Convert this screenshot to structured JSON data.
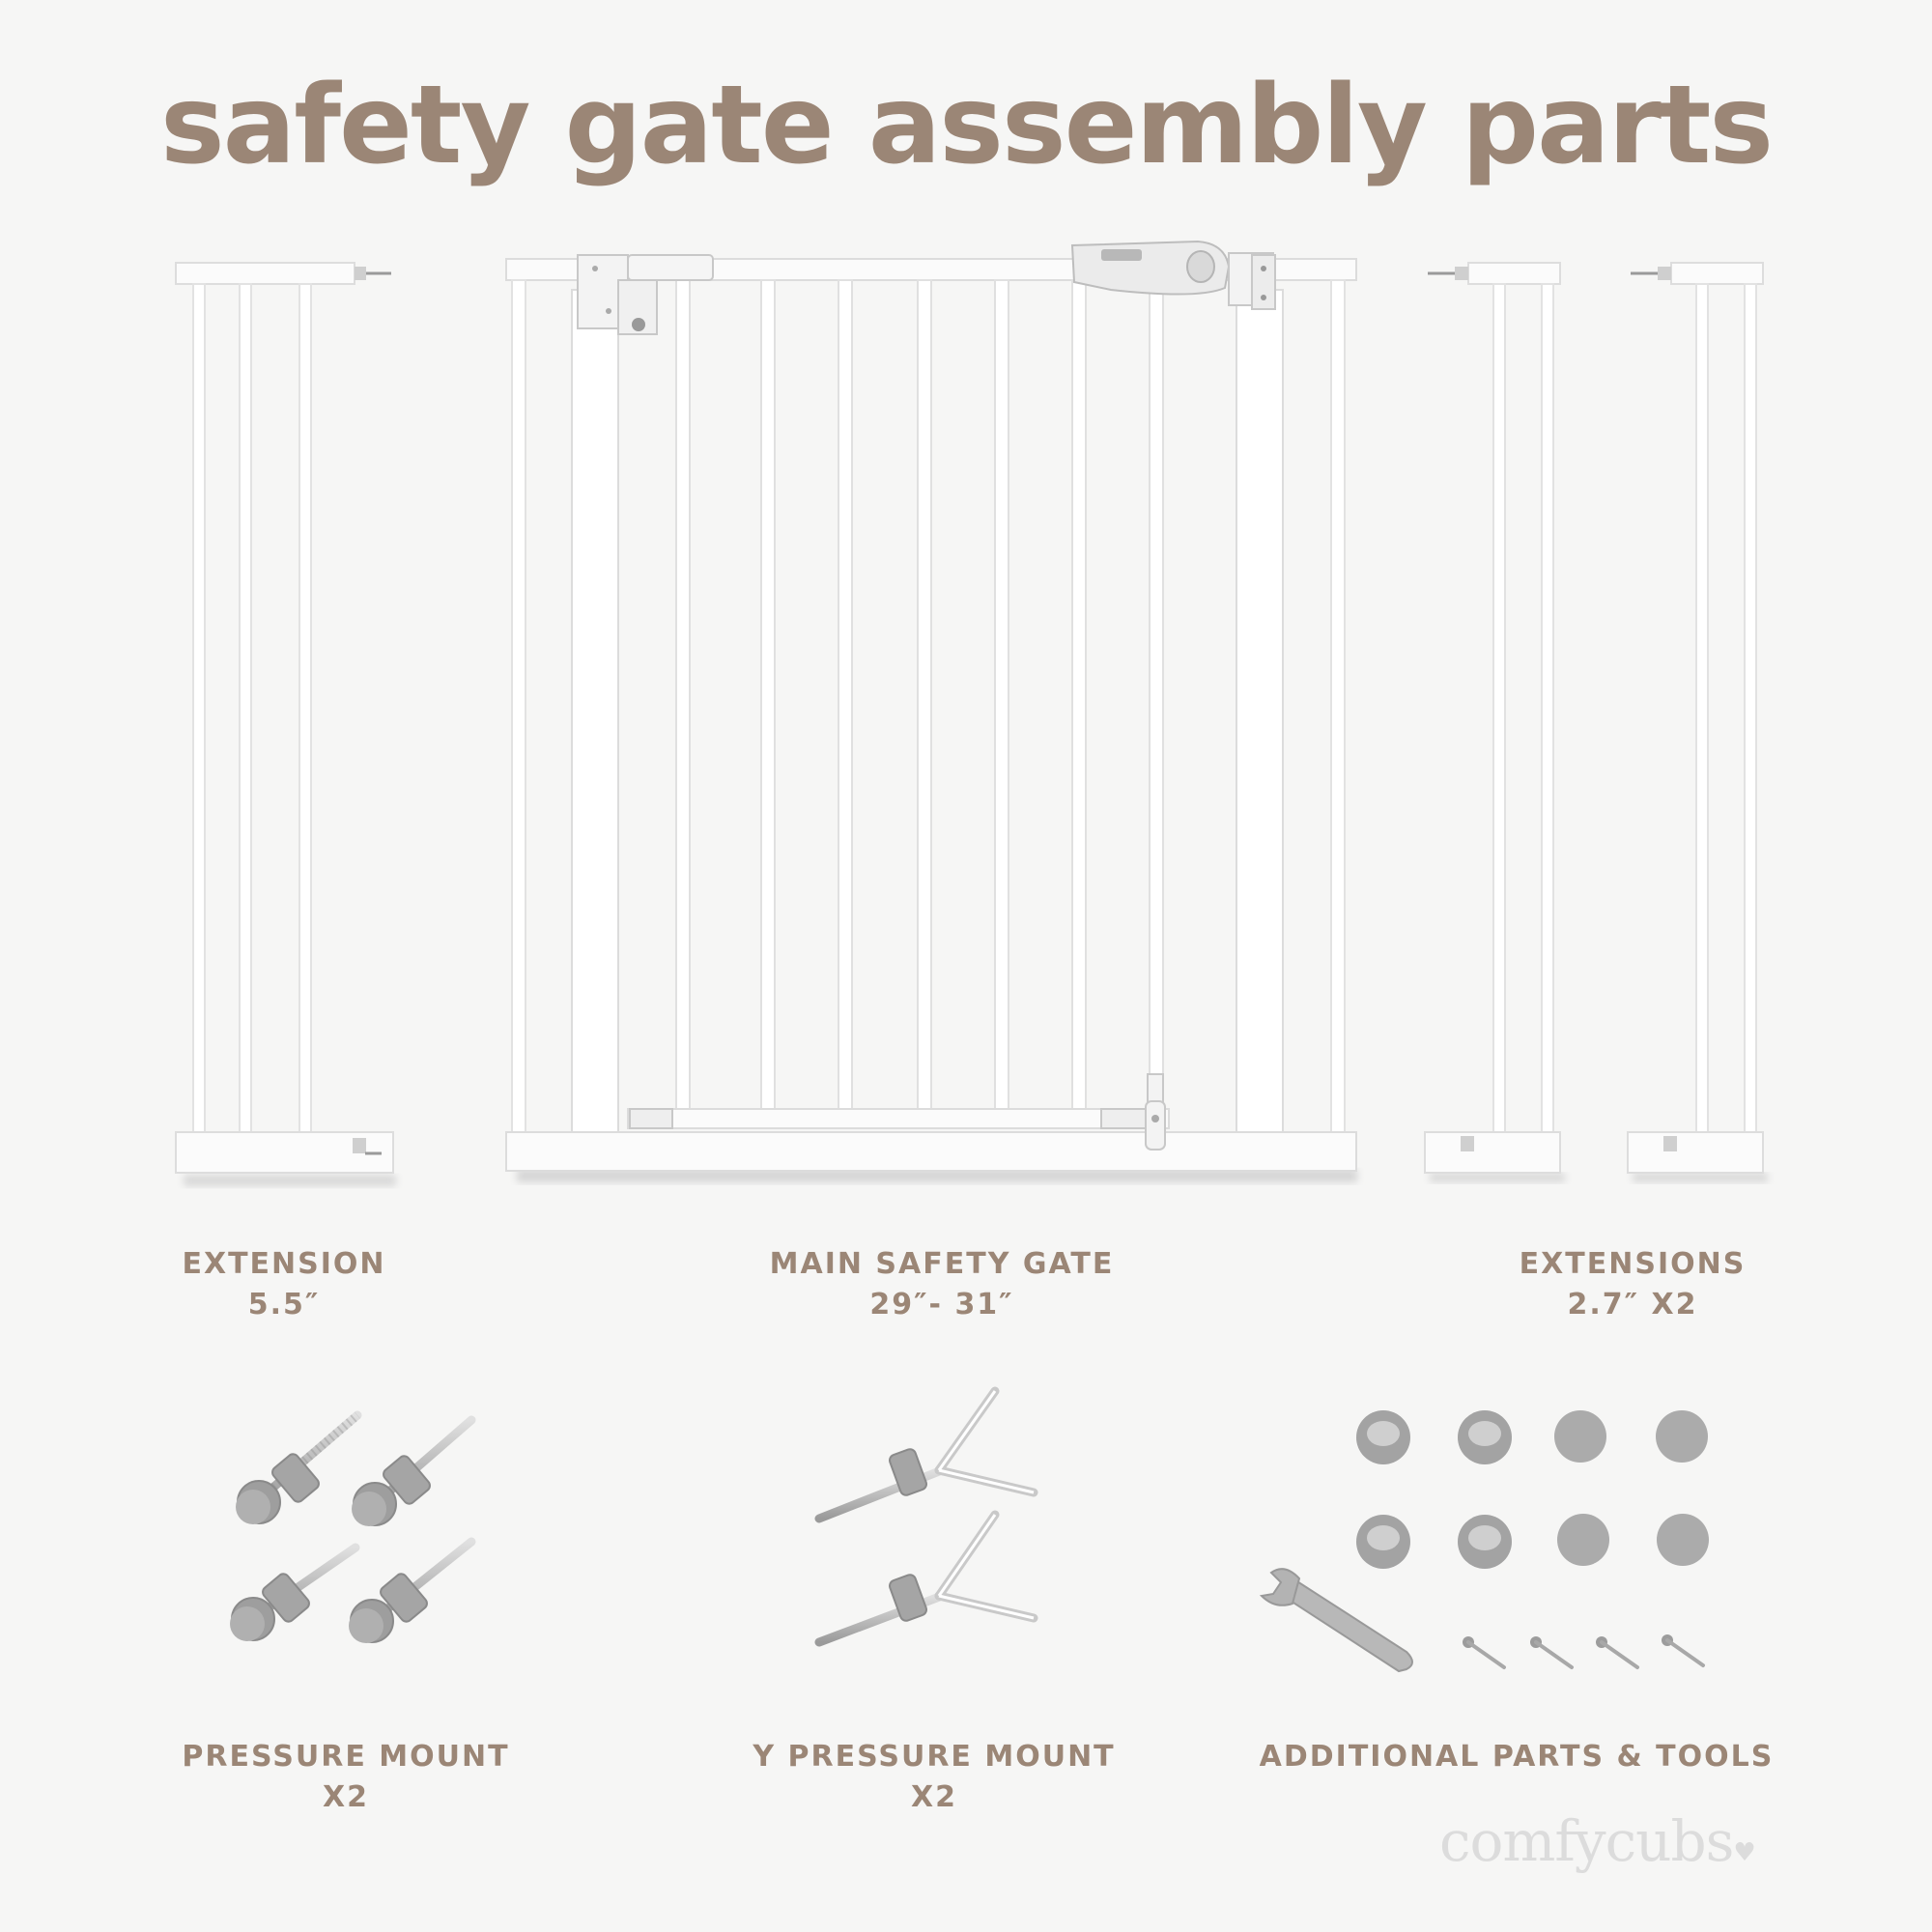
{
  "title": "safety gate assembly parts",
  "labels": {
    "extension": {
      "line1": "EXTENSION",
      "line2": "5.5″"
    },
    "main_gate": {
      "line1": "MAIN SAFETY GATE",
      "line2": "29″- 31″"
    },
    "extensions": {
      "line1": "EXTENSIONS",
      "line2": "2.7″ X2"
    },
    "pressure_mount": {
      "line1": "PRESSURE MOUNT",
      "line2": "X2"
    },
    "y_pressure_mount": {
      "line1": "Y PRESSURE MOUNT",
      "line2": "X2"
    },
    "additional": {
      "line1": "ADDITIONAL PARTS & TOOLS"
    }
  },
  "brand": {
    "name": "comfycubs"
  },
  "icons": [
    "extension-panel-icon",
    "gate-icon",
    "pressure-mount-icon",
    "y-pressure-mount-icon",
    "cup-icon",
    "pad-icon",
    "wrench-icon",
    "screw-icon",
    "heart-icon"
  ],
  "colors": {
    "accent": "#9b8676",
    "background": "#f6f6f5",
    "metal": "#a9a9a9",
    "logo": "#dcdcdc"
  }
}
